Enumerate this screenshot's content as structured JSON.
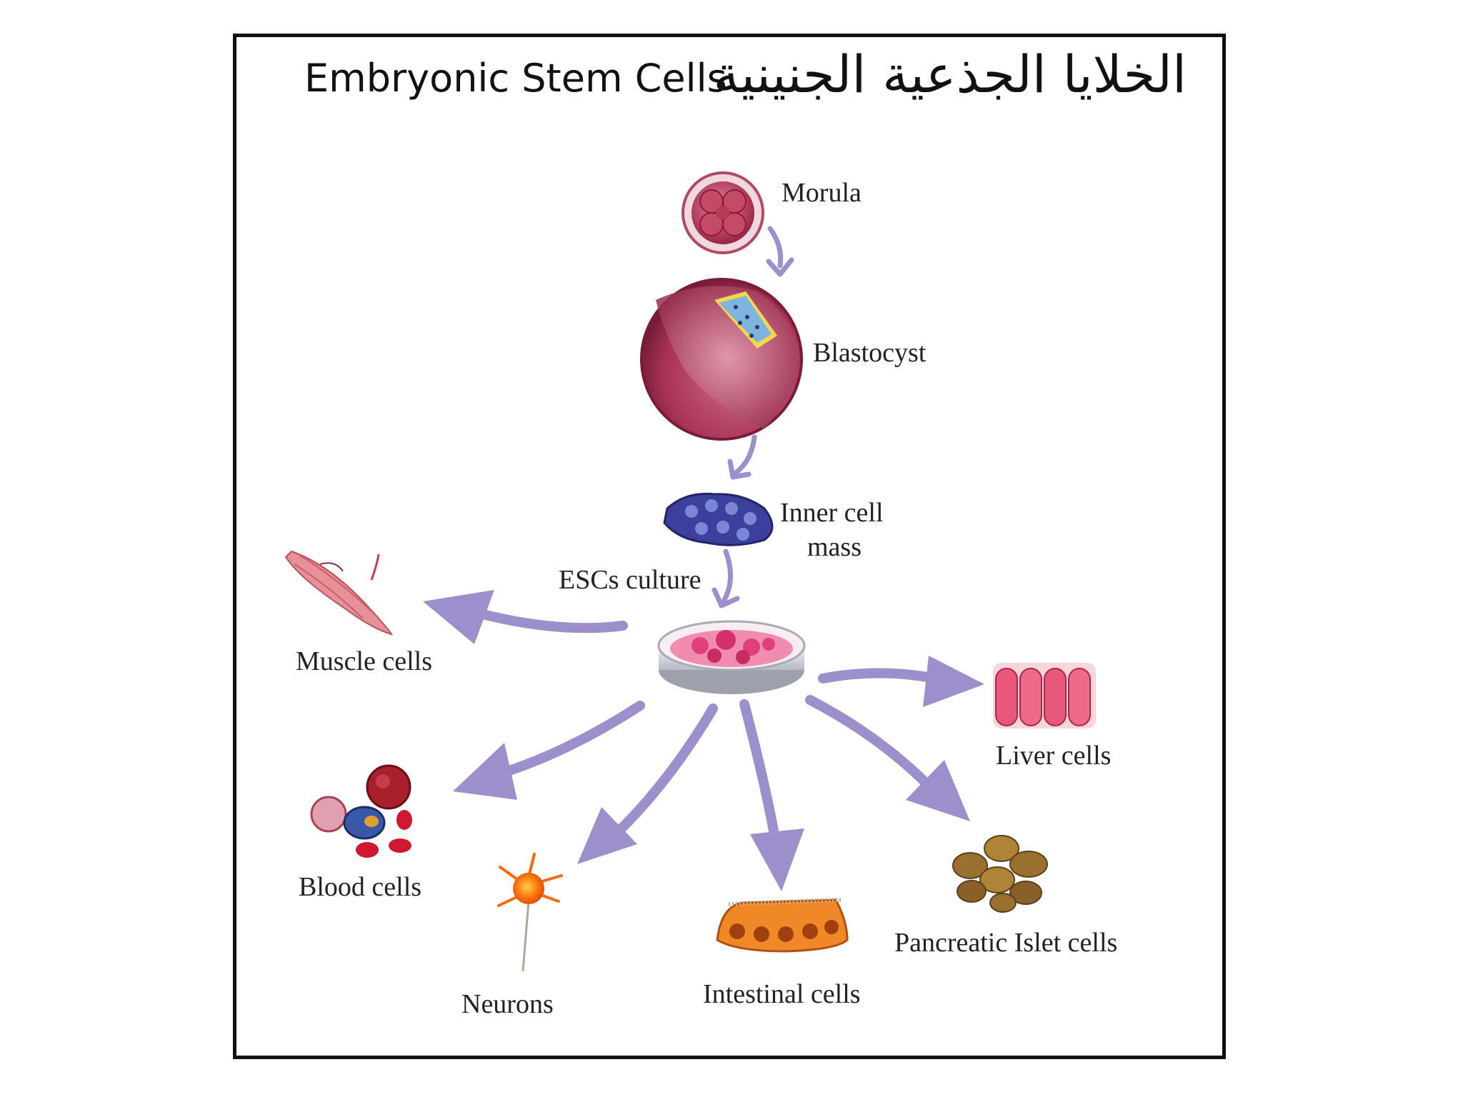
{
  "title": {
    "english": "Embryonic Stem Cells",
    "arabic": "الخلايا الجذعية الجنينية"
  },
  "stages": {
    "morula": "Morula",
    "blastocyst": "Blastocyst",
    "inner_cell_mass_line1": "Inner cell",
    "inner_cell_mass_line2": "mass",
    "escs_culture": "ESCs culture"
  },
  "cell_types": {
    "muscle": "Muscle cells",
    "liver": "Liver cells",
    "blood": "Blood cells",
    "neurons": "Neurons",
    "intestinal": "Intestinal cells",
    "pancreatic": "Pancreatic Islet cells"
  },
  "colors": {
    "arrow": "#9d8fcb",
    "morula": "#b83a5a",
    "blastocyst": "#9c2848",
    "inner_cell_mass": "#3c3f9c",
    "dish_cells": "#e0407a",
    "muscle": "#e89098",
    "liver": "#e8587a",
    "blood": "#b82030",
    "neuron": "#f46a10",
    "intestinal": "#e0781c",
    "pancreatic": "#9a7030"
  }
}
